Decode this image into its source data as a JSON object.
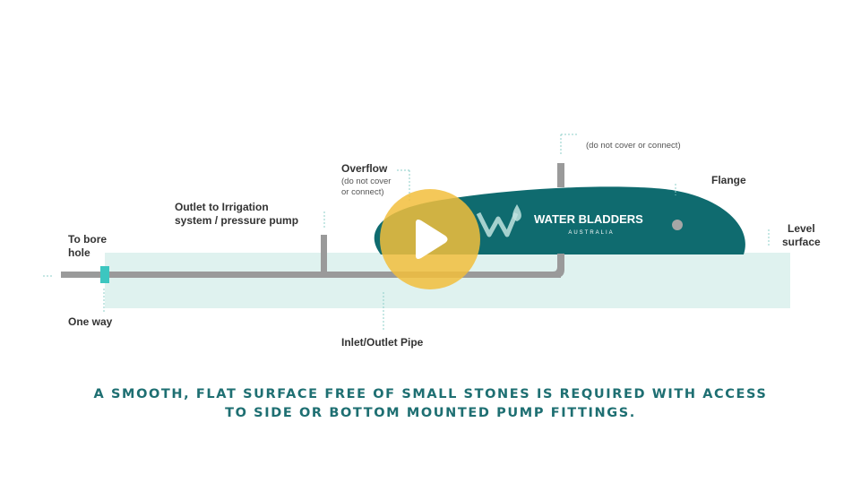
{
  "labels": {
    "to_bore_hole_line1": "To bore",
    "to_bore_hole_line2": "hole",
    "one_way": "One way",
    "outlet_line1": "Outlet to Irrigation",
    "outlet_line2": "system / pressure pump",
    "overflow_title": "Overflow",
    "overflow_note1": "(do not cover",
    "overflow_note2": "or connect)",
    "vent_note": "(do not cover or connect)",
    "flange": "Flange",
    "level_surface_line1": "Level",
    "level_surface_line2": "surface",
    "inlet_outlet_pipe": "Inlet/Outlet Pipe"
  },
  "brand": {
    "name": "WATER BLADDERS",
    "sub": "AUSTRALIA",
    "logo_icon": "water-bladders-logo-icon"
  },
  "caption": {
    "line1": "A SMOOTH, FLAT SURFACE FREE OF SMALL STONES IS REQUIRED WITH ACCESS",
    "line2": "TO SIDE OR BOTTOM MOUNTED PUMP FITTINGS."
  },
  "video": {
    "play_icon": "play-icon"
  },
  "colors": {
    "bladder": "#0f6b6f",
    "surface": "#dff2ef",
    "pipe": "#9a9a9a",
    "valve": "#3cc6c0",
    "play": "#f2be3c",
    "caption": "#1e6f72"
  }
}
